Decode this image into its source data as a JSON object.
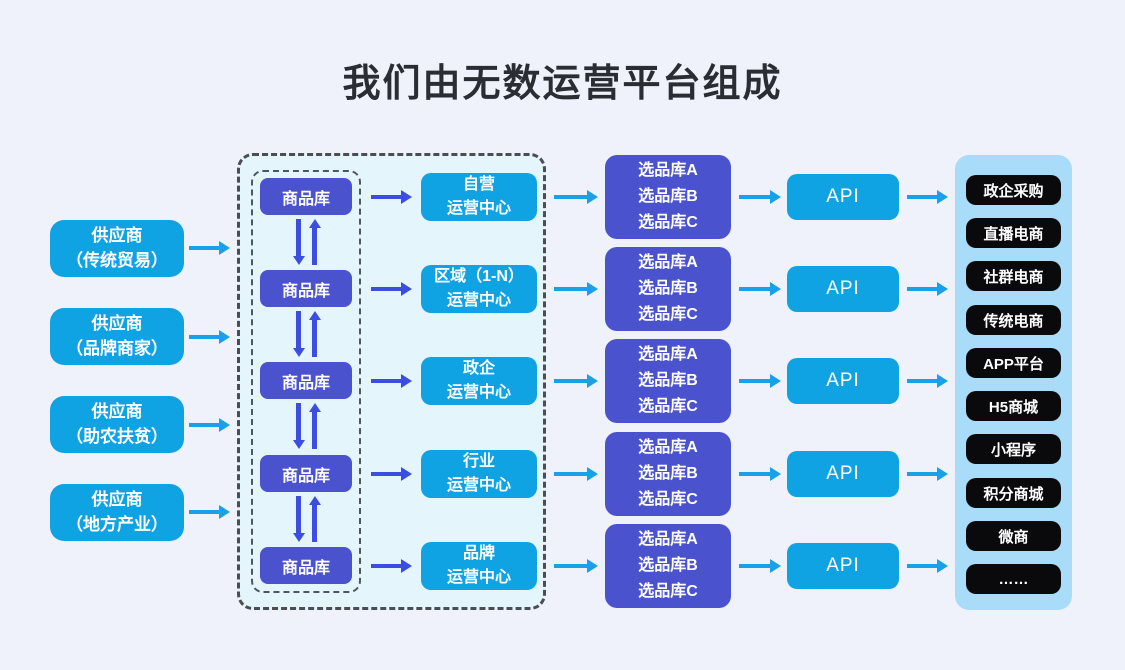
{
  "title": "我们由无数运营平台组成",
  "suppliers": [
    {
      "label": "供应商\n（传统贸易）"
    },
    {
      "label": "供应商\n（品牌商家）"
    },
    {
      "label": "供应商\n（助农扶贫）"
    },
    {
      "label": "供应商\n（地方产业）"
    }
  ],
  "product_libraries": [
    "商品库",
    "商品库",
    "商品库",
    "商品库",
    "商品库"
  ],
  "operation_centers": [
    "自营\n运营中心",
    "区域（1-N）\n运营中心",
    "政企\n运营中心",
    "行业\n运营中心",
    "品牌\n运营中心"
  ],
  "selection_libraries": [
    "选品库A\n选品库B\n选品库C",
    "选品库A\n选品库B\n选品库C",
    "选品库A\n选品库B\n选品库C",
    "选品库A\n选品库B\n选品库C",
    "选品库A\n选品库B\n选品库C"
  ],
  "api_labels": [
    "API",
    "API",
    "API",
    "API",
    "API"
  ],
  "channels": [
    "政企采购",
    "直播电商",
    "社群电商",
    "传统电商",
    "APP平台",
    "H5商城",
    "小程序",
    "积分商城",
    "微商",
    "……"
  ],
  "colors": {
    "cyan_box": "#0FA3E4",
    "indigo_box": "#4A53CD",
    "cyan_arrow": "#18A0E8",
    "indigo_arrow": "#3C4EE0",
    "pill_bg": "#0A0A0C",
    "panel_fill": "#E4F5FC",
    "right_panel_fill": "#A9DCF8",
    "page_bg": "#EFF2FB",
    "title_text": "#2A2D33",
    "dash_border": "#4A4D52"
  }
}
